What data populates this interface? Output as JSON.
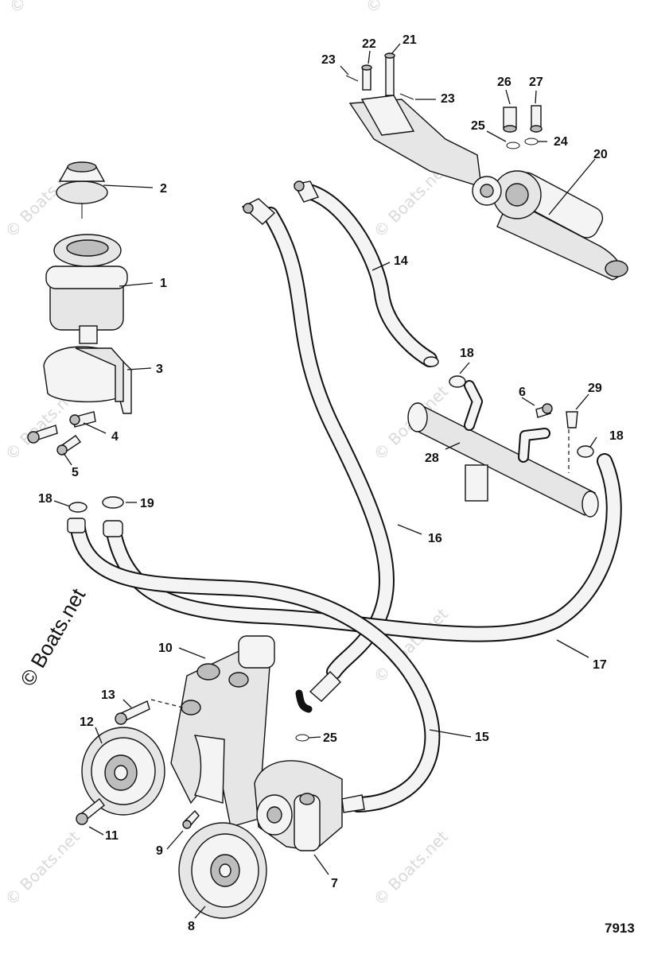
{
  "diagram": {
    "part_id": "7913",
    "side_watermark": "© Boats.net",
    "watermark_text": "© Boats.net",
    "callouts": {
      "c1": "1",
      "c2": "2",
      "c3": "3",
      "c4": "4",
      "c5": "5",
      "c6": "6",
      "c7": "7",
      "c8": "8",
      "c9": "9",
      "c10": "10",
      "c11": "11",
      "c12": "12",
      "c13": "13",
      "c14": "14",
      "c15": "15",
      "c16": "16",
      "c17": "17",
      "c18a": "18",
      "c18b": "18",
      "c18c": "18",
      "c19": "19",
      "c20": "20",
      "c21": "21",
      "c22": "22",
      "c23a": "23",
      "c23b": "23",
      "c24": "24",
      "c25a": "25",
      "c25b": "25",
      "c26": "26",
      "c27": "27",
      "c28": "28",
      "c29": "29"
    }
  }
}
